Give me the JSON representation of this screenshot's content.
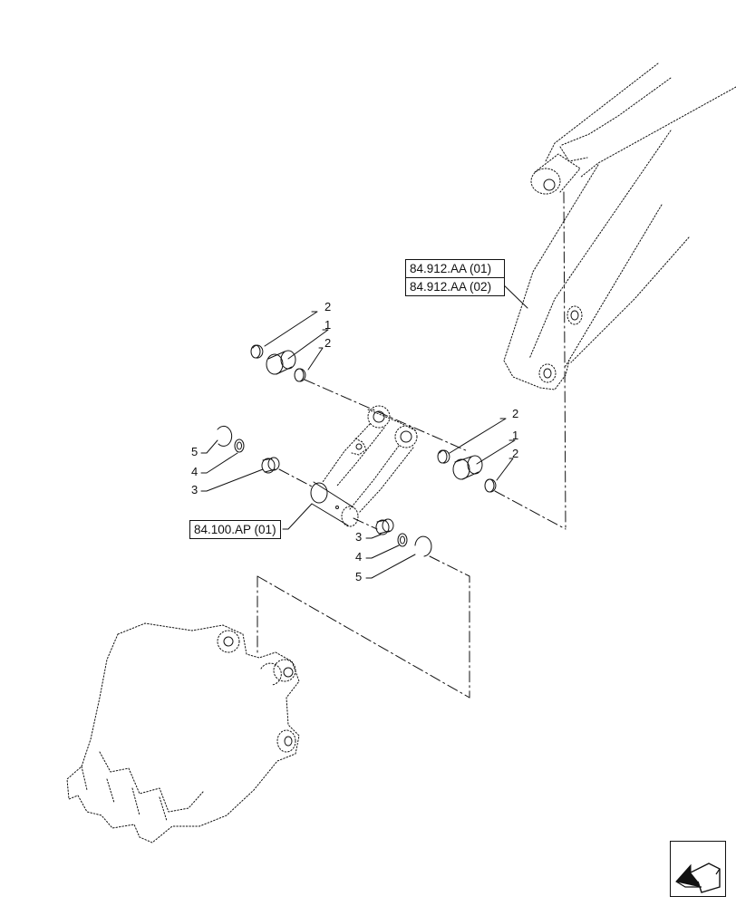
{
  "references": {
    "boom_1": "84.912.AA (01)",
    "boom_2": "84.912.AA (02)",
    "link": "84.100.AP (01)"
  },
  "callouts": {
    "top_snap_ring_left": "2",
    "top_pin": "1",
    "top_snap_ring_right": "2",
    "right_snap_ring_upper": "2",
    "right_pin": "1",
    "right_snap_ring_lower": "2",
    "left_circlip": "5",
    "left_shim": "4",
    "left_bushing": "3",
    "lower_bushing": "3",
    "lower_shim": "4",
    "lower_circlip": "5"
  },
  "icons": {
    "navigation": "next-page-arrow-icon"
  },
  "colors": {
    "line": "#111111",
    "background": "#ffffff"
  }
}
